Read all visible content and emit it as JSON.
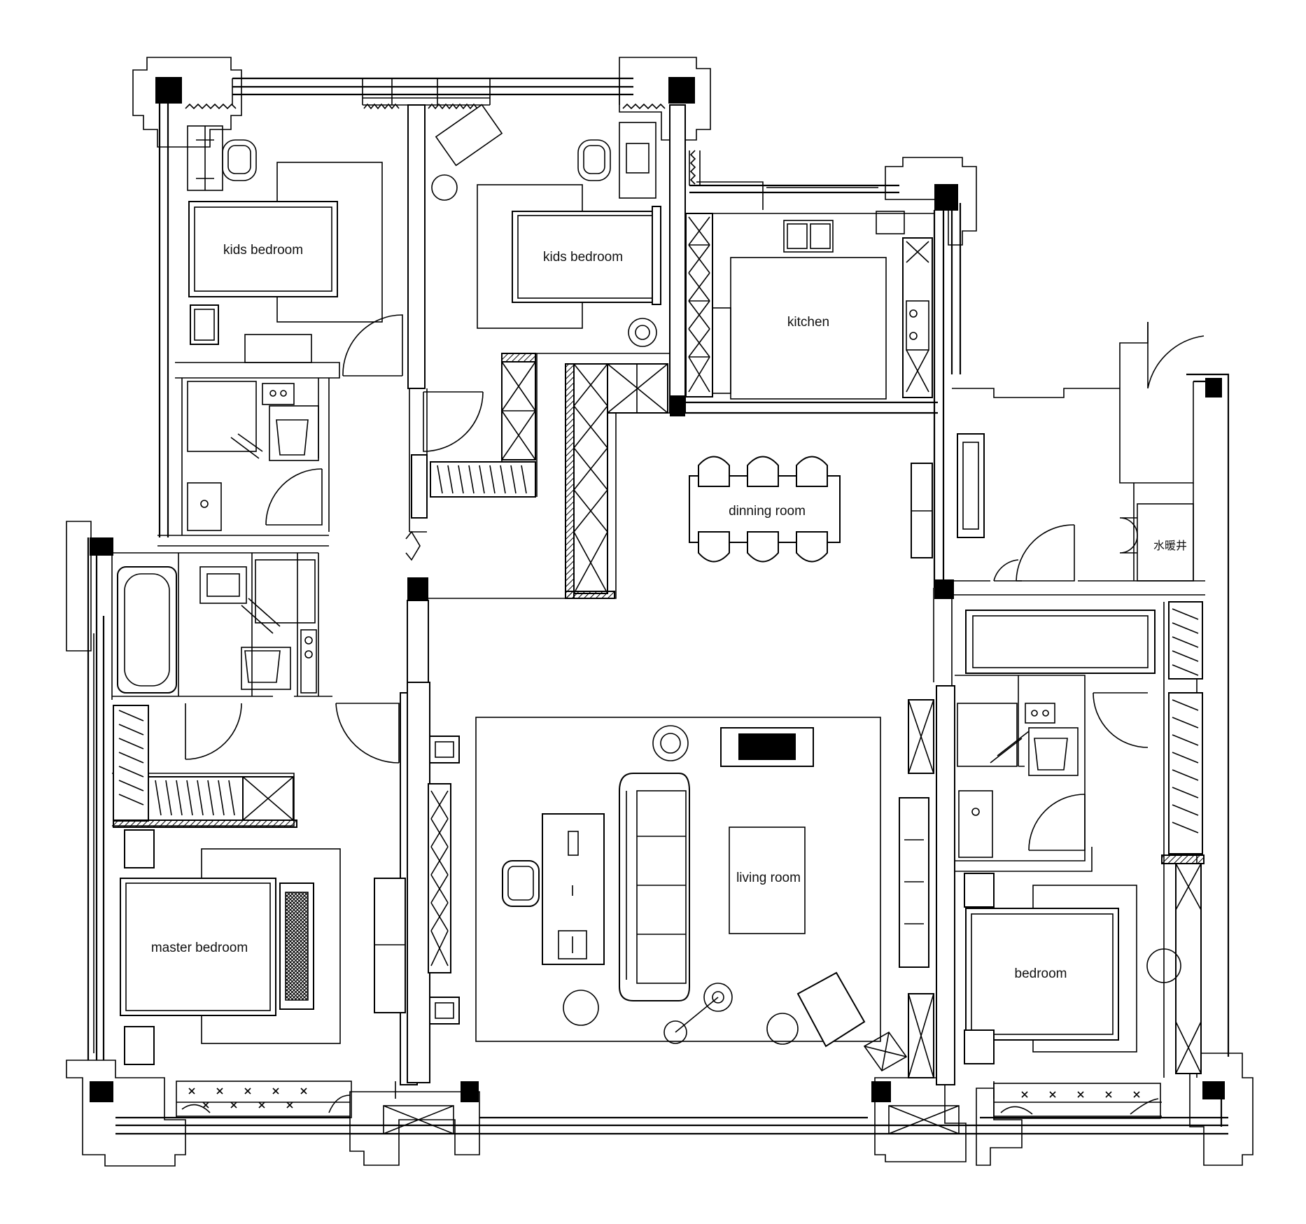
{
  "plan": {
    "rooms": [
      {
        "id": "kids-bedroom-1",
        "label": "kids bedroom"
      },
      {
        "id": "kids-bedroom-2",
        "label": "kids bedroom"
      },
      {
        "id": "kitchen",
        "label": "kitchen"
      },
      {
        "id": "dining-room",
        "label": "dinning room"
      },
      {
        "id": "living-room",
        "label": "living room"
      },
      {
        "id": "master-bedroom",
        "label": "master bedroom"
      },
      {
        "id": "bedroom",
        "label": "bedroom"
      },
      {
        "id": "utility-shaft",
        "label": "水暖井"
      }
    ]
  }
}
